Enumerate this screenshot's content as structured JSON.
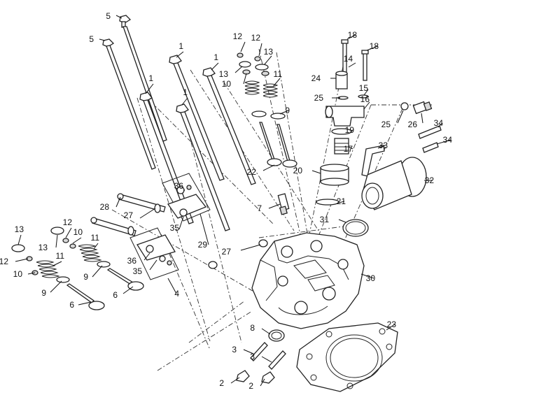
{
  "diagram": {
    "background": "#ffffff",
    "line_color": "#222222",
    "callouts": [
      {
        "id": "c-5a",
        "label": "5"
      },
      {
        "id": "c-5b",
        "label": "5"
      },
      {
        "id": "c-1a",
        "label": "1"
      },
      {
        "id": "c-1b",
        "label": "1"
      },
      {
        "id": "c-1c",
        "label": "1"
      },
      {
        "id": "c-1d",
        "label": "1"
      },
      {
        "id": "c-12a",
        "label": "12"
      },
      {
        "id": "c-12b",
        "label": "12"
      },
      {
        "id": "c-13a",
        "label": "13"
      },
      {
        "id": "c-13b",
        "label": "13"
      },
      {
        "id": "c-10a",
        "label": "10"
      },
      {
        "id": "c-11a",
        "label": "11"
      },
      {
        "id": "c-9a",
        "label": "9"
      },
      {
        "id": "c-22",
        "label": "22"
      },
      {
        "id": "c-18a",
        "label": "18"
      },
      {
        "id": "c-18b",
        "label": "18"
      },
      {
        "id": "c-14",
        "label": "14"
      },
      {
        "id": "c-24",
        "label": "24"
      },
      {
        "id": "c-15",
        "label": "15"
      },
      {
        "id": "c-25a",
        "label": "25"
      },
      {
        "id": "c-16",
        "label": "16"
      },
      {
        "id": "c-25b",
        "label": "25"
      },
      {
        "id": "c-26",
        "label": "26"
      },
      {
        "id": "c-34a",
        "label": "34"
      },
      {
        "id": "c-34b",
        "label": "34"
      },
      {
        "id": "c-19",
        "label": "19"
      },
      {
        "id": "c-17",
        "label": "17"
      },
      {
        "id": "c-20",
        "label": "20"
      },
      {
        "id": "c-33",
        "label": "33"
      },
      {
        "id": "c-32",
        "label": "32"
      },
      {
        "id": "c-21",
        "label": "21"
      },
      {
        "id": "c-31",
        "label": "31"
      },
      {
        "id": "c-7",
        "label": "7"
      },
      {
        "id": "c-36a",
        "label": "36"
      },
      {
        "id": "c-36b",
        "label": "36"
      },
      {
        "id": "c-28",
        "label": "28"
      },
      {
        "id": "c-27a",
        "label": "27"
      },
      {
        "id": "c-27b",
        "label": "27"
      },
      {
        "id": "c-35a",
        "label": "35"
      },
      {
        "id": "c-35b",
        "label": "35"
      },
      {
        "id": "c-29",
        "label": "29"
      },
      {
        "id": "c-13c",
        "label": "13"
      },
      {
        "id": "c-12c",
        "label": "12"
      },
      {
        "id": "c-10b",
        "label": "10"
      },
      {
        "id": "c-13d",
        "label": "13"
      },
      {
        "id": "c-11b",
        "label": "11"
      },
      {
        "id": "c-12d",
        "label": "12"
      },
      {
        "id": "c-10c",
        "label": "10"
      },
      {
        "id": "c-11c",
        "label": "11"
      },
      {
        "id": "c-9b",
        "label": "9"
      },
      {
        "id": "c-9c",
        "label": "9"
      },
      {
        "id": "c-6a",
        "label": "6"
      },
      {
        "id": "c-6b",
        "label": "6"
      },
      {
        "id": "c-4",
        "label": "4"
      },
      {
        "id": "c-30",
        "label": "30"
      },
      {
        "id": "c-8",
        "label": "8"
      },
      {
        "id": "c-3a",
        "label": "3"
      },
      {
        "id": "c-3b",
        "label": "3"
      },
      {
        "id": "c-2a",
        "label": "2"
      },
      {
        "id": "c-2b",
        "label": "2"
      },
      {
        "id": "c-23",
        "label": "23"
      }
    ]
  }
}
